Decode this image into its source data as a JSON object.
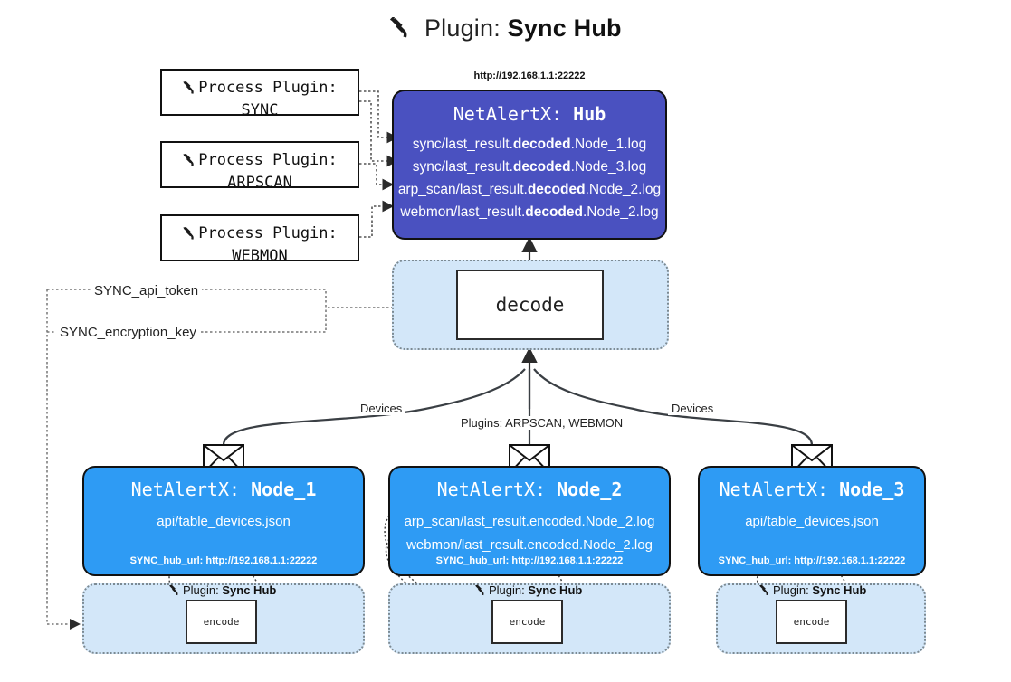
{
  "title": {
    "icon": "plug-icon",
    "prefix": "Plugin:",
    "name": "Sync Hub"
  },
  "process_plugins": [
    {
      "icon": "plug-icon",
      "line1": "Process Plugin:",
      "line2": "SYNC"
    },
    {
      "icon": "plug-icon",
      "line1": "Process Plugin:",
      "line2": "ARPSCAN"
    },
    {
      "icon": "plug-icon",
      "line1": "Process Plugin:",
      "line2": "WEBMON"
    }
  ],
  "hub": {
    "url": "http://192.168.1.1:22222",
    "title_prefix": "NetAlertX:",
    "title_name": "Hub",
    "logs": [
      {
        "pre": "sync/last_result.",
        "mid": "decoded",
        "post": ".Node_1.log"
      },
      {
        "pre": "sync/last_result.",
        "mid": "decoded",
        "post": ".Node_3.log"
      },
      {
        "pre": "arp_scan/last_result.",
        "mid": "decoded",
        "post": ".Node_2.log"
      },
      {
        "pre": "webmon/last_result.",
        "mid": "decoded",
        "post": ".Node_2.log"
      }
    ],
    "color": "#4a51c0"
  },
  "decode": {
    "label": "decode"
  },
  "tokens": {
    "api_token": "SYNC_api_token",
    "encryption_key": "SYNC_encryption_key"
  },
  "edge_labels": {
    "devices_left": "Devices",
    "plugins_middle": "Plugins: ARPSCAN, WEBMON",
    "devices_right": "Devices"
  },
  "nodes": [
    {
      "icon": "envelope-icon",
      "title_prefix": "NetAlertX:",
      "title_name": "Node_1",
      "lines": [
        "api/table_devices.json"
      ],
      "hub_url": "SYNC_hub_url: http://192.168.1.1:22222",
      "color": "#2e9bf4"
    },
    {
      "icon": "envelope-icon",
      "title_prefix": "NetAlertX:",
      "title_name": "Node_2",
      "lines": [
        "arp_scan/last_result.encoded.Node_2.log",
        "webmon/last_result.encoded.Node_2.log"
      ],
      "hub_url": "SYNC_hub_url: http://192.168.1.1:22222",
      "color": "#2e9bf4"
    },
    {
      "icon": "envelope-icon",
      "title_prefix": "NetAlertX:",
      "title_name": "Node_3",
      "lines": [
        "api/table_devices.json"
      ],
      "hub_url": "SYNC_hub_url: http://192.168.1.1:22222",
      "color": "#2e9bf4"
    }
  ],
  "encoders": [
    {
      "icon": "plug-icon",
      "label_prefix": "Plugin:",
      "label_name": "Sync Hub",
      "box_label": "encode"
    },
    {
      "icon": "plug-icon",
      "label_prefix": "Plugin:",
      "label_name": "Sync Hub",
      "box_label": "encode"
    },
    {
      "icon": "plug-icon",
      "label_prefix": "Plugin:",
      "label_name": "Sync Hub",
      "box_label": "encode"
    }
  ],
  "colors": {
    "hub": "#4a51c0",
    "node": "#2e9bf4",
    "container": "#d3e7f9",
    "stroke": "#111111",
    "dotted": "#7c8a93"
  }
}
